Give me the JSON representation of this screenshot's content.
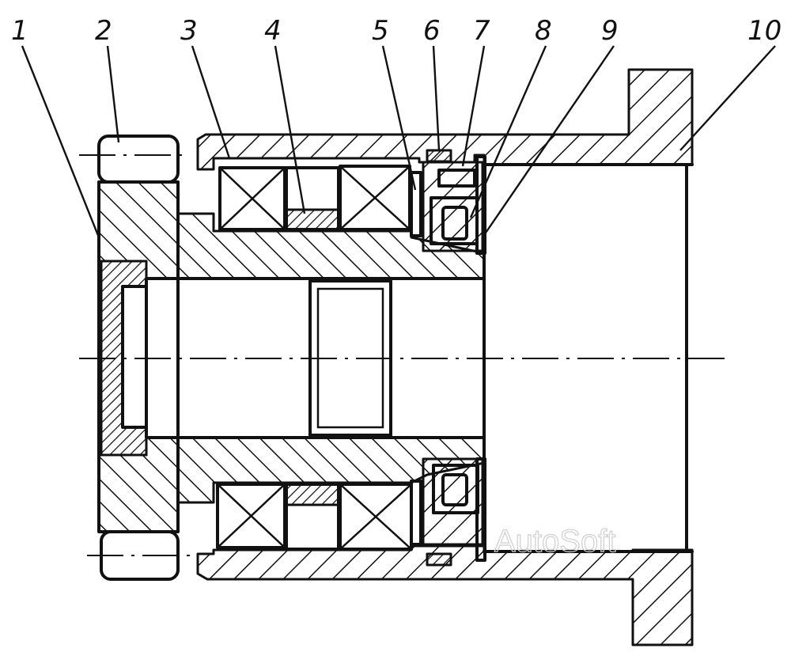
{
  "callouts": [
    {
      "id": "1",
      "text": "1"
    },
    {
      "id": "2",
      "text": "2"
    },
    {
      "id": "3",
      "text": "3"
    },
    {
      "id": "4",
      "text": "4"
    },
    {
      "id": "5",
      "text": "5"
    },
    {
      "id": "6",
      "text": "6"
    },
    {
      "id": "7",
      "text": "7"
    },
    {
      "id": "8",
      "text": "8"
    },
    {
      "id": "9",
      "text": "9"
    },
    {
      "id": "10",
      "text": "10"
    }
  ],
  "watermark": "AutoSoft",
  "colors": {
    "ink": "#111111",
    "paper": "#ffffff",
    "watermark": "#cfcfcf"
  }
}
